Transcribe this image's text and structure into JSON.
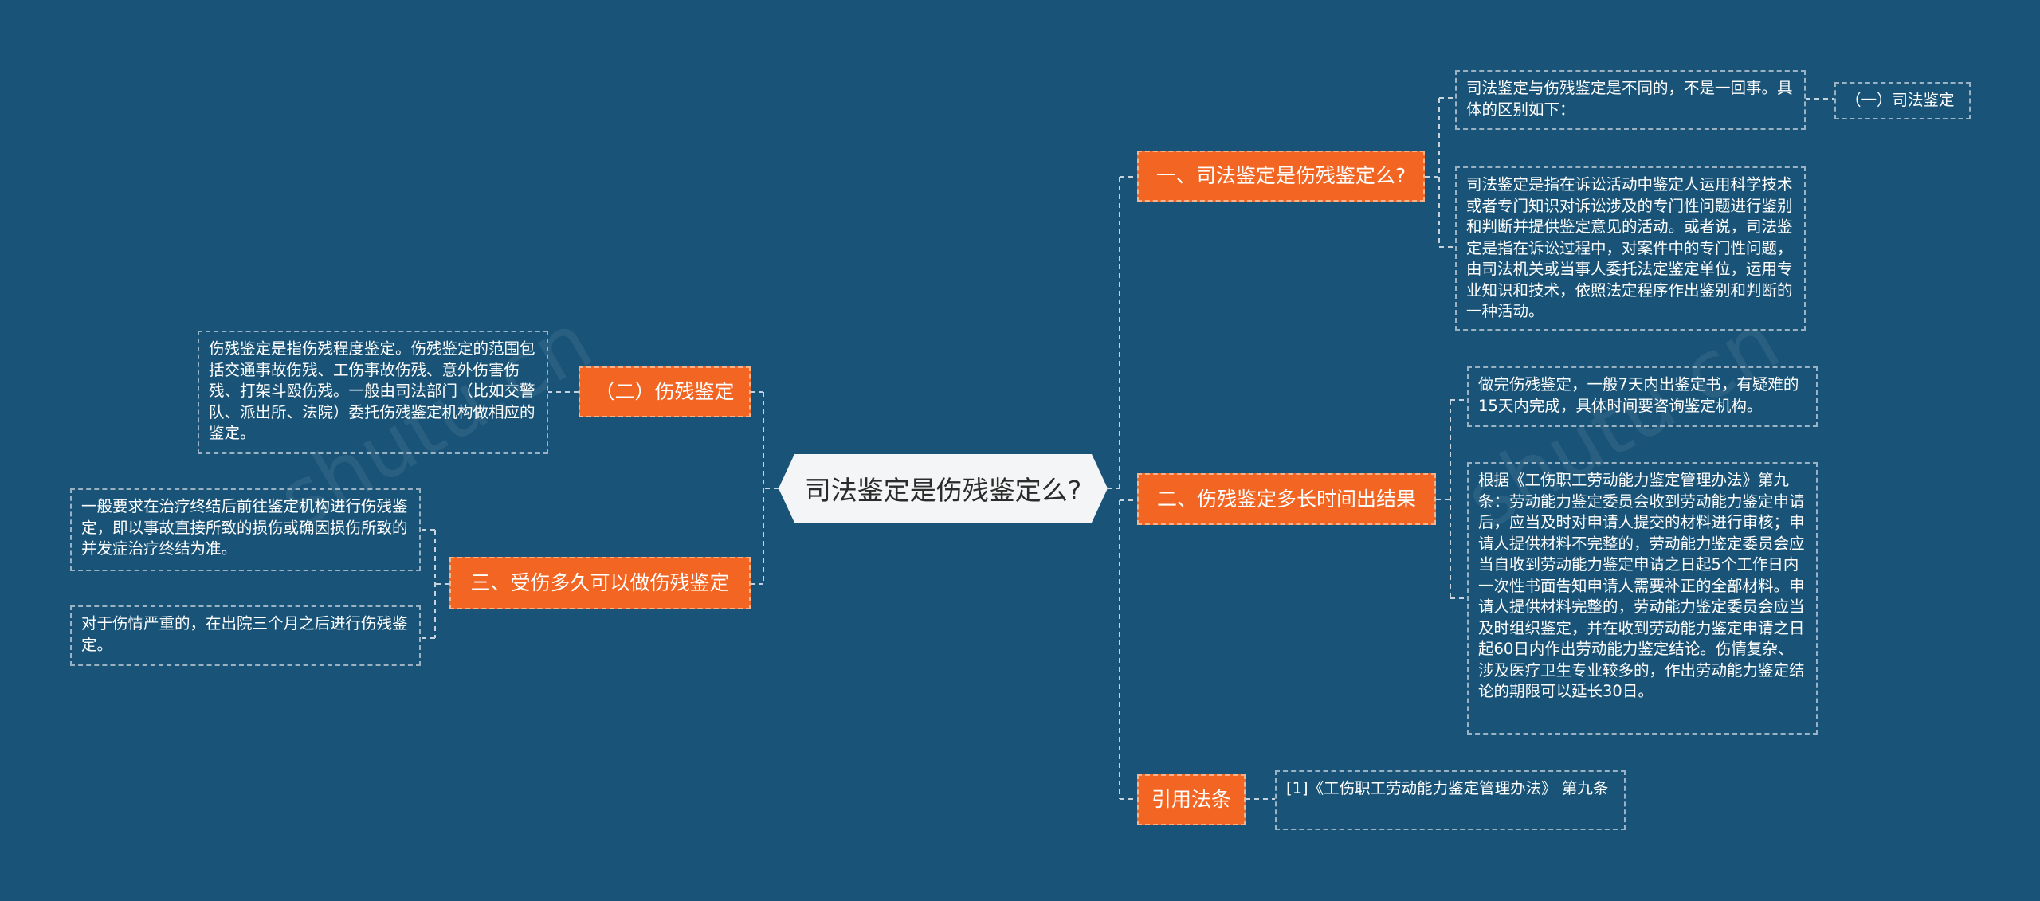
{
  "root": {
    "label": "司法鉴定是伤残鉴定么?"
  },
  "branches": {
    "b1": {
      "label": "一、司法鉴定是伤残鉴定么?",
      "leaf1": "司法鉴定与伤残鉴定是不同的，不是一回事。具体的区别如下：",
      "leaf1_child": "（一）司法鉴定",
      "leaf2": "司法鉴定是指在诉讼活动中鉴定人运用科学技术或者专门知识对诉讼涉及的专门性问题进行鉴别和判断并提供鉴定意见的活动。或者说，司法鉴定是指在诉讼过程中，对案件中的专门性问题，由司法机关或当事人委托法定鉴定单位，运用专业知识和技术，依照法定程序作出鉴别和判断的一种活动。"
    },
    "b2": {
      "label": "二、伤残鉴定多长时间出结果",
      "leaf1": "做完伤残鉴定，一般7天内出鉴定书，有疑难的15天内完成，具体时间要咨询鉴定机构。",
      "leaf2": "根据《工伤职工劳动能力鉴定管理办法》第九条：劳动能力鉴定委员会收到劳动能力鉴定申请后，应当及时对申请人提交的材料进行审核；申请人提供材料不完整的，劳动能力鉴定委员会应当自收到劳动能力鉴定申请之日起5个工作日内一次性书面告知申请人需要补正的全部材料。申请人提供材料完整的，劳动能力鉴定委员会应当及时组织鉴定，并在收到劳动能力鉴定申请之日起60日内作出劳动能力鉴定结论。伤情复杂、涉及医疗卫生专业较多的，作出劳动能力鉴定结论的期限可以延长30日。"
    },
    "b3": {
      "label": "引用法条",
      "leaf1": "[1]《工伤职工劳动能力鉴定管理办法》 第九条"
    },
    "b4": {
      "label": "（二）伤残鉴定",
      "leaf1": "伤残鉴定是指伤残程度鉴定。伤残鉴定的范围包括交通事故伤残、工伤事故伤残、意外伤害伤残、打架斗殴伤残。一般由司法部门（比如交警队、派出所、法院）委托伤残鉴定机构做相应的鉴定。"
    },
    "b5": {
      "label": "三、受伤多久可以做伤残鉴定",
      "leaf1": "一般要求在治疗终结后前往鉴定机构进行伤残鉴定，即以事故直接所致的损伤或确因损伤所致的并发症治疗终结为准。",
      "leaf2": "对于伤情严重的，在出院三个月之后进行伤残鉴定。"
    }
  },
  "colors": {
    "background": "#195478",
    "branch_fill": "#f26522",
    "root_fill": "#f3f5f6",
    "connector": "#c7d3dc"
  }
}
